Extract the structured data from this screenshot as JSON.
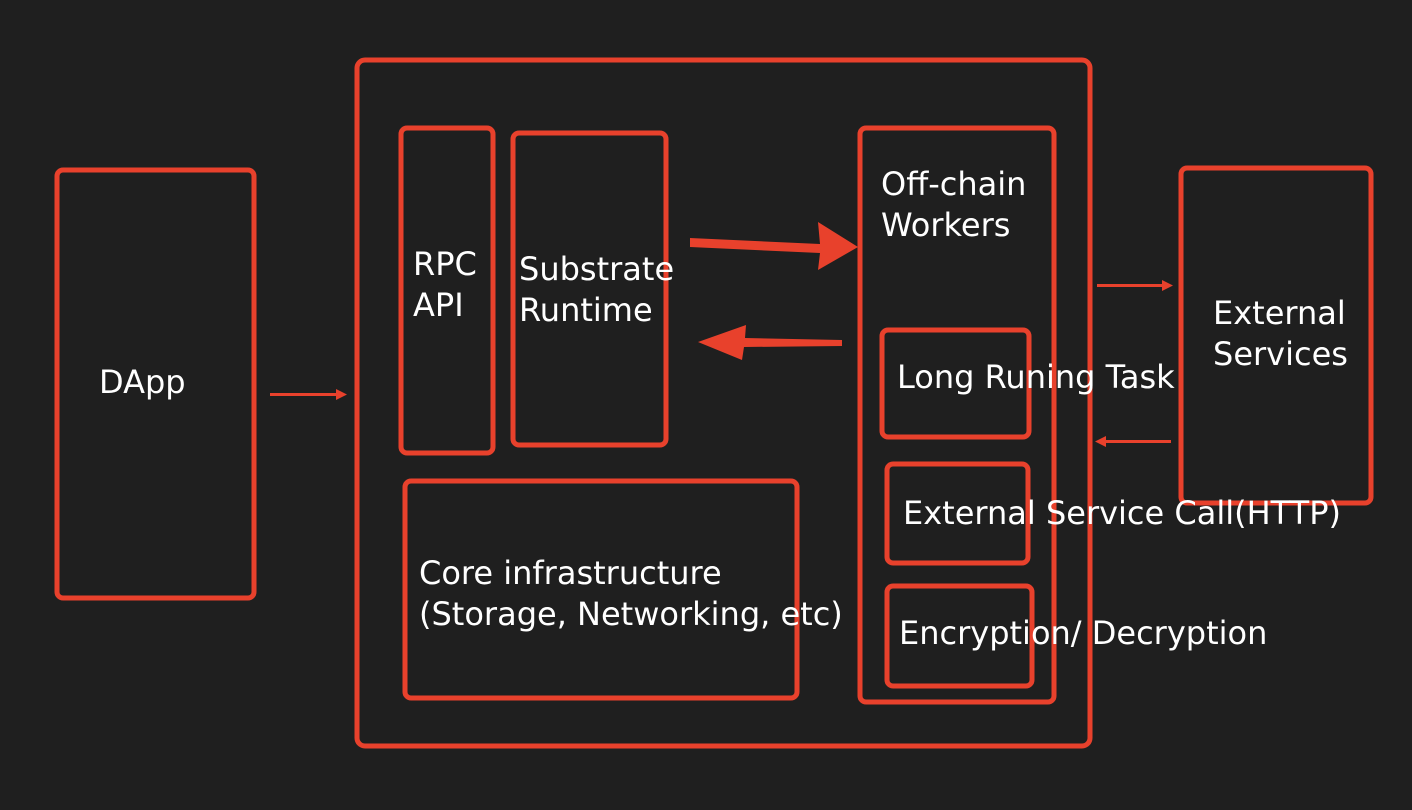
{
  "colors": {
    "background": "#1f1f1f",
    "box_stroke": "#e8412c",
    "arrow": "#e8412c",
    "text": "#ffffff"
  },
  "labels": {
    "dapp": "DApp",
    "rpc_api": [
      "RPC",
      "API"
    ],
    "substrate_runtime": [
      "Substrate",
      "Runtime"
    ],
    "core_infrastructure": [
      "Core infrastructure",
      "(Storage, Networking, etc)"
    ],
    "offchain_workers": [
      "Off-chain",
      "Workers"
    ],
    "long_running_task": "Long Runing Task",
    "external_service_call": "External Service Call(HTTP)",
    "encryption_decryption": "Encryption/ Decryption",
    "external_services": [
      "External",
      "Services"
    ]
  }
}
